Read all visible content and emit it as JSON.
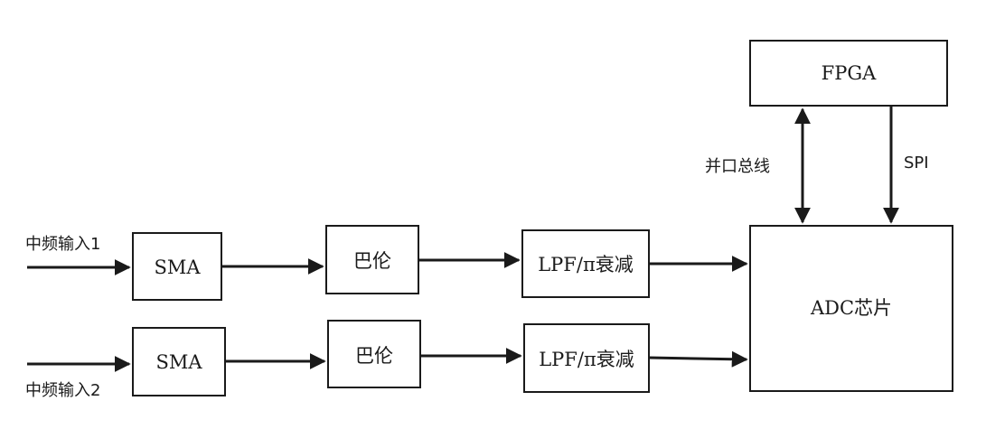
{
  "blocks": {
    "fpga": "FPGA",
    "adc": "ADC芯片",
    "sma_1": "SMA",
    "sma_2": "SMA",
    "balun_1": "巴伦",
    "balun_2": "巴伦",
    "lpf_1": "LPF/π衰减",
    "lpf_2": "LPF/π衰减"
  },
  "inputs": {
    "if_input_1": "中频输入1",
    "if_input_2": "中频输入2"
  },
  "buses": {
    "parallel_bus": "并口总线",
    "spi": "SPI"
  },
  "colors": {
    "line": "#1a1a1a",
    "background": "#ffffff"
  }
}
